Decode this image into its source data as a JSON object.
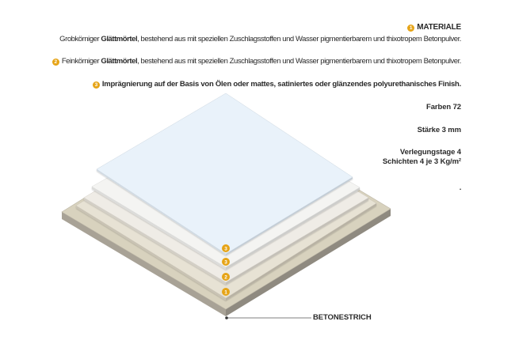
{
  "materials": {
    "heading_badge": "1",
    "heading": "MATERIALE",
    "layer1": {
      "pre": "Grobkörniger ",
      "bold": "Glättmörtel",
      "post": ", bestehend aus mit speziellen Zuschlagsstoffen und Wasser pigmentierbarem und thixotropem Betonpulver."
    },
    "layer2": {
      "badge": "2",
      "pre": "Feinkörniger ",
      "bold": "Glättmörtel",
      "post": ", bestehend aus mit speziellen Zuschlagsstoffen und Wasser pigmentierbarem und thixotropem Betonpulver."
    },
    "layer3": {
      "badge": "3",
      "text": "Imprägnierung auf der Basis von Ölen oder mattes, satiniertes oder glänzendes polyurethanisches Finish."
    }
  },
  "specs": {
    "colors": "Farben 72",
    "thickness": "Stärke 3 mm",
    "days": "Verlegungstage 4",
    "layers": "Schichten 4 je 3 Kg/m²",
    "trailing": "."
  },
  "diagram": {
    "badges": [
      "3",
      "3",
      "2",
      "1"
    ],
    "base_label": "BETONESTRICH"
  },
  "colors": {
    "badge": "#e6a417",
    "base_top": "#d8d2be",
    "base_side": "#9c978c",
    "layer1": "#e7e2d4",
    "layer2": "#efece6",
    "layer3": "#f4f4f2",
    "finish": "#e9f2fa"
  }
}
